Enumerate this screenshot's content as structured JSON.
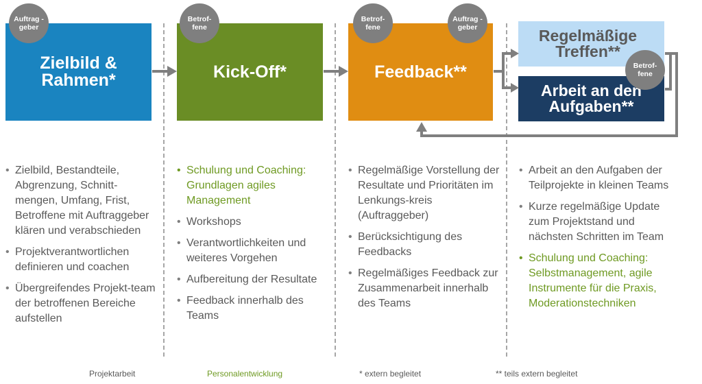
{
  "colors": {
    "blue": "#1a84c0",
    "green": "#6a8d25",
    "orange": "#e08d12",
    "light_blue": "#bcdcf5",
    "navy": "#1c3d63",
    "gray": "#7f7f7f",
    "text_gray": "#595959",
    "text_green": "#6f9a23"
  },
  "badges": {
    "auftraggeber_1": "Auftrag -geber",
    "betroffene_1": "Betrof- fene",
    "betroffene_2": "Betrof- fene",
    "auftraggeber_2": "Auftrag -geber",
    "betroffene_3": "Betrof- fene"
  },
  "boxes": {
    "zielbild": {
      "line1": "Zielbild &",
      "line2": "Rahmen*"
    },
    "kickoff": {
      "line1": "Kick-Off*"
    },
    "feedback": {
      "line1": "Feedback**"
    },
    "treffen": {
      "line1": "Regelmäßige",
      "line2": "Treffen**"
    },
    "arbeit": {
      "line1": "Arbeit an den",
      "line2": "Aufgaben**"
    }
  },
  "columns": {
    "col1": [
      {
        "text": "Zielbild, Bestandteile, Abgrenzung, Schnitt-mengen, Umfang, Frist, Betroffene mit Auftraggeber klären und verabschieden",
        "highlight": false
      },
      {
        "text": "Projektverantwortlichen definieren und coachen",
        "highlight": false
      },
      {
        "text": "Übergreifendes Projekt-team der betroffenen Bereiche aufstellen",
        "highlight": false
      }
    ],
    "col2": [
      {
        "text": "Schulung und Coaching: Grundlagen agiles Management",
        "highlight": true
      },
      {
        "text": "Workshops",
        "highlight": false
      },
      {
        "text": "Verantwortlichkeiten und weiteres Vorgehen",
        "highlight": false
      },
      {
        "text": "Aufbereitung der Resultate",
        "highlight": false
      },
      {
        "text": "Feedback innerhalb des Teams",
        "highlight": false
      }
    ],
    "col3": [
      {
        "text": "Regelmäßige Vorstellung der Resultate und Prioritäten im Lenkungs-kreis (Auftraggeber)",
        "highlight": false
      },
      {
        "text": "Berücksichtigung des Feedbacks",
        "highlight": false
      },
      {
        "text": "Regelmäßiges Feedback zur Zusammenarbeit innerhalb des Teams",
        "highlight": false
      }
    ],
    "col4": [
      {
        "text": "Arbeit an den Aufgaben der Teilprojekte in kleinen Teams",
        "highlight": false
      },
      {
        "text": "Kurze regelmäßige Update zum Projektstand und nächsten Schritten im Team",
        "highlight": false
      },
      {
        "text": "Schulung und Coaching: Selbstmanagement, agile Instrumente für die Praxis, Moderationstechniken",
        "highlight": true
      }
    ]
  },
  "footer": {
    "projektarbeit": "Projektarbeit",
    "personalentwicklung": "Personalentwicklung",
    "extern": "* extern begleitet",
    "teils_extern": "** teils extern begleitet"
  }
}
